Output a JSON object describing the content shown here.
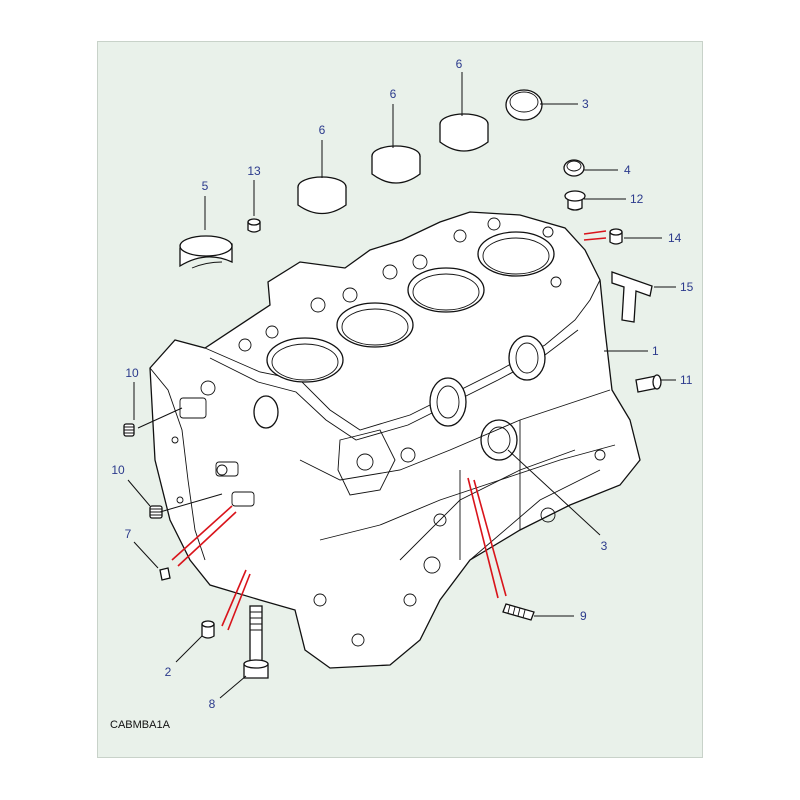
{
  "diagram": {
    "reference_code": "CABMBA1A",
    "callouts": [
      {
        "id": "c6a",
        "label": "6"
      },
      {
        "id": "c6b",
        "label": "6"
      },
      {
        "id": "c6c",
        "label": "6"
      },
      {
        "id": "c3a",
        "label": "3"
      },
      {
        "id": "c5",
        "label": "5"
      },
      {
        "id": "c13",
        "label": "13"
      },
      {
        "id": "c4",
        "label": "4"
      },
      {
        "id": "c12",
        "label": "12"
      },
      {
        "id": "c14",
        "label": "14"
      },
      {
        "id": "c15",
        "label": "15"
      },
      {
        "id": "c1",
        "label": "1"
      },
      {
        "id": "c11",
        "label": "11"
      },
      {
        "id": "c10a",
        "label": "10"
      },
      {
        "id": "c10b",
        "label": "10"
      },
      {
        "id": "c7",
        "label": "7"
      },
      {
        "id": "c3b",
        "label": "3"
      },
      {
        "id": "c9",
        "label": "9"
      },
      {
        "id": "c2",
        "label": "2"
      },
      {
        "id": "c8",
        "label": "8"
      }
    ]
  }
}
